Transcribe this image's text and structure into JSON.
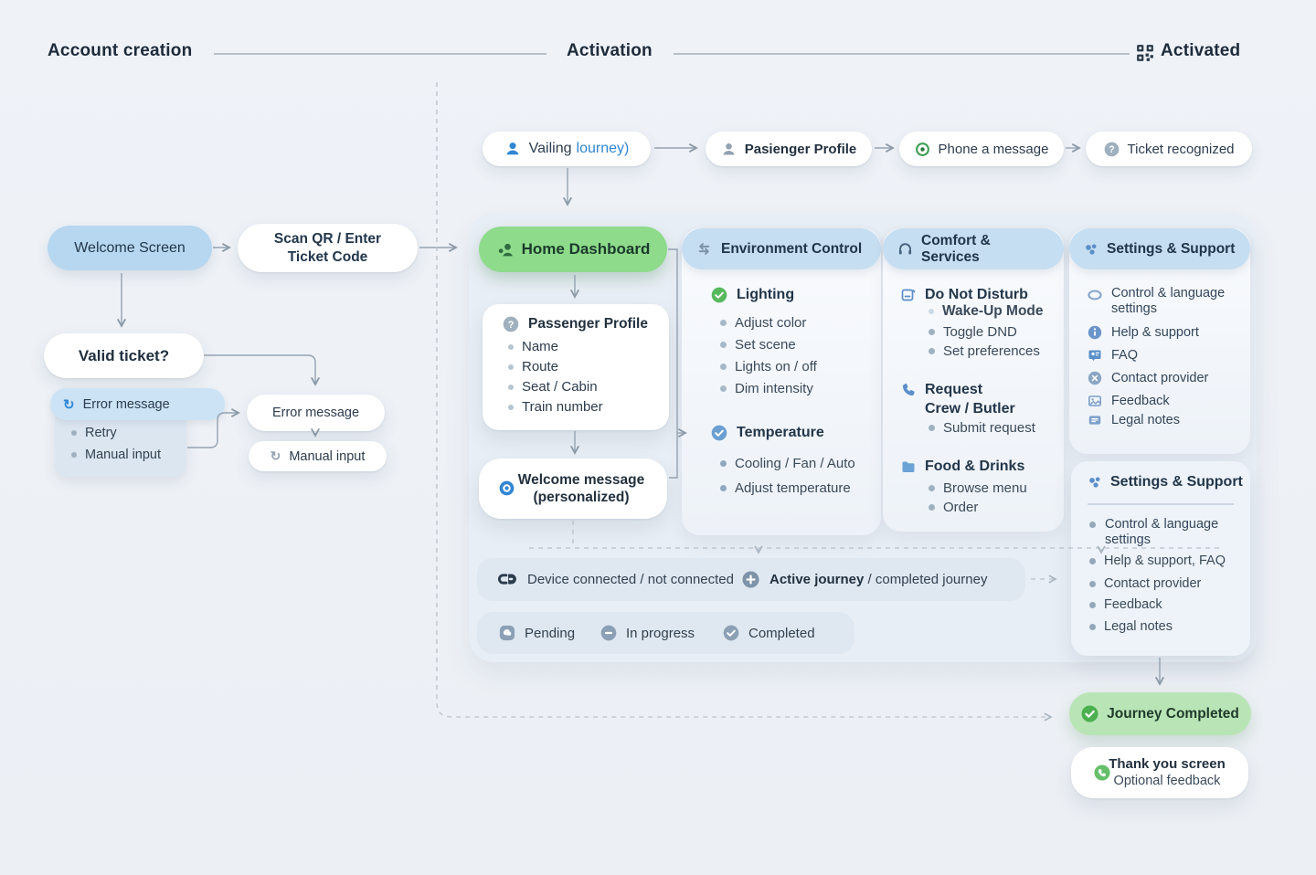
{
  "header": {
    "stages": [
      {
        "label": "Account creation"
      },
      {
        "label": "Activation"
      },
      {
        "label": "Activated",
        "icon": "qr-code-icon"
      }
    ]
  },
  "activation_flow": {
    "journey_pill": {
      "label_dark": "Vailing",
      "label_accent": "lourney)",
      "icon": "user-icon"
    },
    "steps": [
      {
        "label": "Pasienger Profile",
        "icon": "user-icon"
      },
      {
        "label": "Phone a message",
        "icon": "target-icon"
      },
      {
        "label": "Ticket recognized",
        "icon": "question-icon"
      }
    ]
  },
  "account_flow": {
    "welcome_screen": "Welcome Screen",
    "scan_qr": {
      "line1": "Scan QR / Enter",
      "line2": "Ticket Code"
    },
    "valid_ticket": "Valid ticket?",
    "error_highlight": {
      "label": "Error message",
      "icon": "retry-icon"
    },
    "error_options": [
      "Retry",
      "Manual input"
    ],
    "error_message": "Error message",
    "manual_input": {
      "label": "Manual input",
      "icon": "retry-icon"
    }
  },
  "dashboard": {
    "home": {
      "label": "Home Dashboard",
      "icon": "user-search-icon"
    },
    "passenger_profile": {
      "title": "Passenger Profile",
      "icon": "question-icon",
      "items": [
        "Name",
        "Route",
        "Seat / Cabin",
        "Train number"
      ]
    },
    "welcome_message": {
      "line1": "Welcome message",
      "line2": "(personalized)",
      "icon": "radio-dot-icon"
    },
    "environment_control": {
      "title": "Environment Control",
      "icon": "sync-icon",
      "lighting": {
        "title": "Lighting",
        "icon": "check-circle-icon",
        "items": [
          "Adjust color",
          "Set scene",
          "Lights on / off",
          "Dim intensity"
        ]
      },
      "temperature": {
        "title": "Temperature",
        "icon": "check-circle-icon",
        "items": [
          "Cooling / Fan / Auto",
          "Adjust temperature"
        ]
      }
    },
    "comfort_services": {
      "title": "Comfort & Services",
      "icon": "headphones-icon",
      "do_not_disturb": {
        "title": "Do Not Disturb",
        "icon": "dnd-icon",
        "subtitle": "Wake-Up Mode",
        "items": [
          "Toggle DND",
          "Set preferences"
        ]
      },
      "request_crew": {
        "title_line1": "Request",
        "title_line2": "Crew / Butler",
        "icon": "phone-icon",
        "items": [
          "Submit request"
        ]
      },
      "food_drinks": {
        "title": "Food & Drinks",
        "icon": "folder-icon",
        "items": [
          "Browse menu",
          "Order"
        ]
      }
    },
    "settings_support": {
      "title": "Settings & Support",
      "icon": "gear-icon",
      "items": [
        {
          "label": "Control & language settings",
          "icon": "toggle-icon"
        },
        {
          "label": "Help & support",
          "icon": "info-icon"
        },
        {
          "label": "FAQ",
          "icon": "faq-icon"
        },
        {
          "label": "Contact provider",
          "icon": "contact-icon"
        },
        {
          "label": "Feedback",
          "icon": "feedback-icon"
        },
        {
          "label": "Legal notes",
          "icon": "legal-icon"
        }
      ]
    }
  },
  "settings_summary": {
    "title": "Settings & Support",
    "icon": "gear-icon",
    "items": [
      "Control & language settings",
      "Help & support, FAQ",
      "Contact provider",
      "Feedback",
      "Legal notes"
    ]
  },
  "status_bar": {
    "device_label": "Device connected / not connected",
    "device_icon": "link-icon",
    "journey_label_bold": "Active journey",
    "journey_label_rest": " / completed journey",
    "journey_icon": "plus-circle-icon"
  },
  "legend": [
    {
      "label": "Pending",
      "icon": "pending-icon"
    },
    {
      "label": "In progress",
      "icon": "in-progress-icon"
    },
    {
      "label": "Completed",
      "icon": "completed-icon"
    }
  ],
  "completion": {
    "journey_completed": {
      "label": "Journey Completed",
      "icon": "check-circle-icon"
    },
    "thank_you": {
      "line1": "Thank you screen",
      "line2": "Optional feedback",
      "icon": "phone-circle-icon"
    }
  },
  "colors": {
    "accent_blue": "#2f86d4",
    "green_node": "#8ddb8b",
    "green_node_light": "#b9e5b6",
    "header_pill": "#c6def2",
    "highlight_pill": "#b7d7f0",
    "status_pill": "#dfe8f1",
    "canvas": "#edf1f6"
  }
}
